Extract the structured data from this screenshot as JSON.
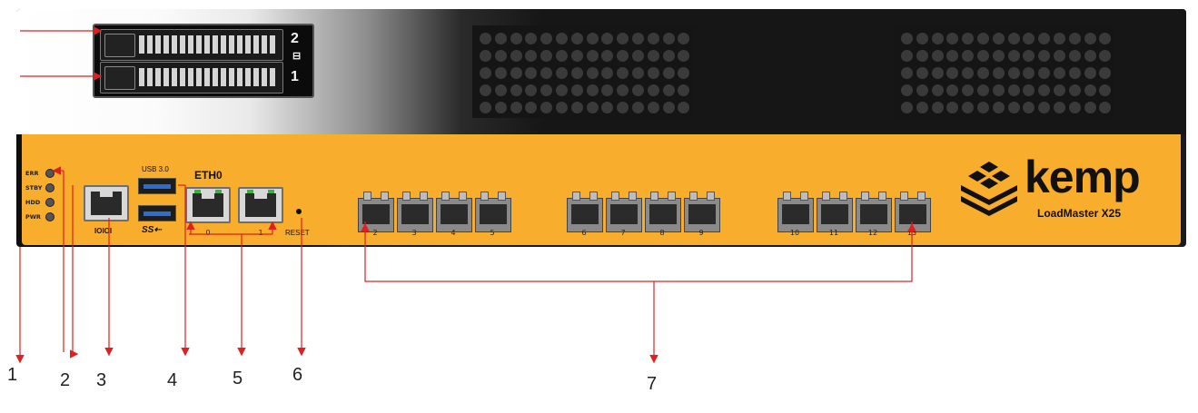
{
  "device": {
    "brand": "kemp",
    "model": "LoadMaster X25",
    "bays": [
      "2",
      "1"
    ],
    "leds": [
      "ERR",
      "STBY",
      "HDD",
      "PWR"
    ],
    "console_label": "IOIOI",
    "usb_label": "USB 3.0",
    "usb_logo": "SS",
    "eth_label": "ETH0",
    "eth_ports": [
      "0",
      "1"
    ],
    "reset_label": "RESET",
    "sfp_ports": [
      "2",
      "3",
      "4",
      "5",
      "6",
      "7",
      "8",
      "9",
      "10",
      "11",
      "12",
      "13"
    ]
  },
  "callouts": [
    "1",
    "2",
    "3",
    "4",
    "5",
    "6",
    "7"
  ],
  "colors": {
    "panel": "#f8ad2c",
    "arrow": "#e02020",
    "chassis": "#161616"
  }
}
